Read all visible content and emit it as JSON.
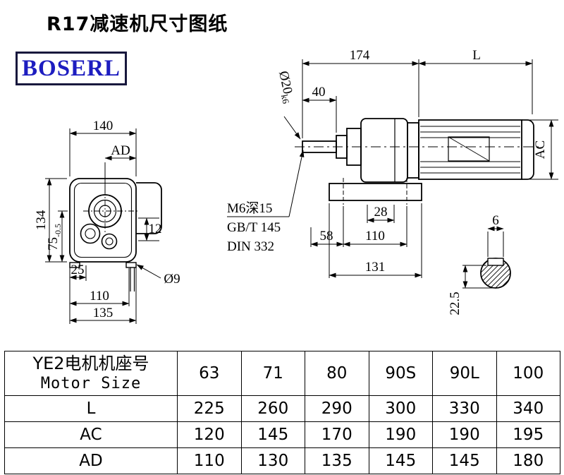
{
  "page": {
    "title": "R17减速机尺寸图纸",
    "logo": "BOSERL"
  },
  "front_view": {
    "dim_140": "140",
    "dim_ad": "AD",
    "dim_134": "134",
    "dim_75": "75",
    "dim_75_tol": "-0.5",
    "dim_25": "25",
    "dim_110": "110",
    "dim_135": "135",
    "dim_12": "12",
    "dim_hole": "Ø9"
  },
  "side_view": {
    "dim_174": "174",
    "dim_l": "L",
    "dim_40": "40",
    "shaft_dia": "Ø20",
    "shaft_tol": "k6",
    "dim_ac": "AC",
    "thread_spec_1": "M6深15",
    "thread_spec_2": "GB/T 145",
    "thread_spec_3": "DIN 332",
    "dim_28": "28",
    "dim_58": "58",
    "dim_110": "110",
    "dim_131": "131",
    "key_width": "6",
    "key_depth": "22.5"
  },
  "table": {
    "header_cn": "YE2电机机座号",
    "header_en": "Motor Size",
    "motor_sizes": [
      "63",
      "71",
      "80",
      "90S",
      "90L",
      "100"
    ],
    "rows": [
      {
        "label": "L",
        "values": [
          "225",
          "260",
          "290",
          "300",
          "330",
          "340"
        ]
      },
      {
        "label": "AC",
        "values": [
          "120",
          "145",
          "170",
          "190",
          "190",
          "195"
        ]
      },
      {
        "label": "AD",
        "values": [
          "110",
          "130",
          "135",
          "145",
          "145",
          "180"
        ]
      }
    ]
  }
}
